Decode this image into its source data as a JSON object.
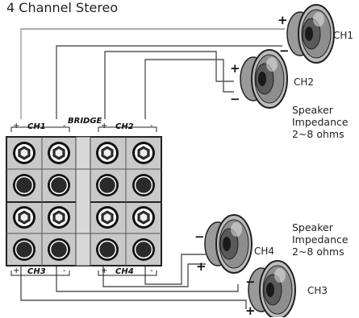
{
  "title": "4 Channel Stereo",
  "amp": {
    "bridge_label": "BRIDGE",
    "top_channels": [
      "CH1",
      "CH2"
    ],
    "bottom_channels": [
      "CH3",
      "CH4"
    ],
    "plus": "+",
    "minus": "-"
  },
  "speakers": [
    {
      "label": "CH1",
      "plus": "+",
      "minus": "−"
    },
    {
      "label": "CH2",
      "plus": "+",
      "minus": "−"
    },
    {
      "label": "CH4",
      "plus": "+",
      "minus": "−"
    },
    {
      "label": "CH3",
      "plus": "+",
      "minus": "−"
    }
  ],
  "impedance_top": [
    "Speaker",
    "Impedance",
    "2~8 ohms"
  ],
  "impedance_bottom": [
    "Speaker",
    "Impedance",
    "2~8 ohms"
  ]
}
